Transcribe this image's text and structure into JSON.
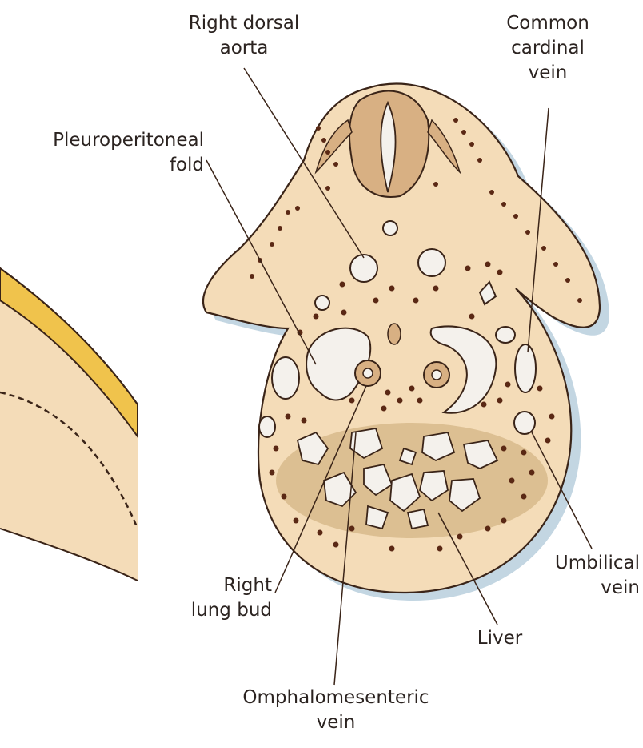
{
  "labels": {
    "right_dorsal_aorta": [
      "Right dorsal",
      "aorta"
    ],
    "common_cardinal_vein": [
      "Common",
      "cardinal",
      "vein"
    ],
    "pleuroperitoneal_fold": [
      "Pleuroperitoneal",
      "fold"
    ],
    "umbilical_vein": [
      "Umbilical",
      "vein"
    ],
    "right_lung_bud": [
      "Right",
      "lung bud"
    ],
    "liver": [
      "Liver"
    ],
    "omphalomesenteric_vein": [
      "Omphalomesenteric",
      "vein"
    ]
  },
  "colors": {
    "tissue": "#f4dcb8",
    "outline": "#3a2418",
    "dots": "#5a2814",
    "liver_shade": "#c9a772",
    "cavity": "#f4f1ec",
    "shadow": "#a9c4d6",
    "yellow_band": "#f0c34c"
  }
}
